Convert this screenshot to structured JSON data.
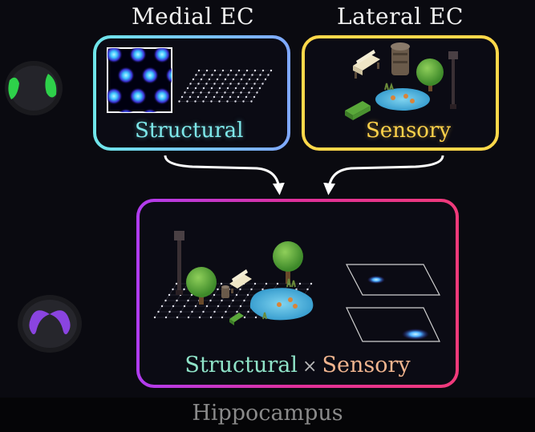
{
  "medial": {
    "title": "Medial EC",
    "caption": "Structural"
  },
  "lateral": {
    "title": "Lateral EC",
    "caption": "Sensory"
  },
  "hippocampus": {
    "combined_left": "Structural",
    "combined_op": "×",
    "combined_right": "Sensory",
    "label": "Hippocampus"
  },
  "colors": {
    "medial_caption": "#7ee8ea",
    "lateral_caption": "#ffd24a",
    "grid_cell": "#5fd8ff",
    "brain_green": "#2ed14a",
    "brain_purple": "#8a44e0"
  }
}
